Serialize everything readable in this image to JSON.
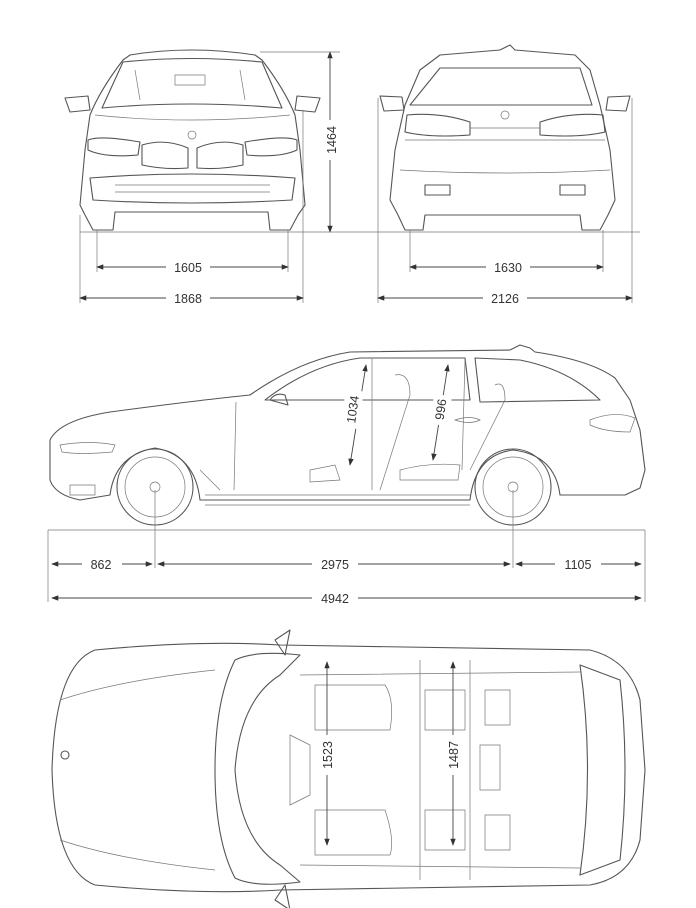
{
  "front_view": {
    "height": "1464",
    "front_track": "1605",
    "width": "1868"
  },
  "rear_view": {
    "rear_track": "1630",
    "width_with_mirrors": "2126"
  },
  "side_view": {
    "front_overhang": "862",
    "wheelbase": "2975",
    "rear_overhang": "1105",
    "length": "4942",
    "front_headroom": "1034",
    "rear_headroom": "996"
  },
  "top_view": {
    "front_shoulder_width": "1523",
    "rear_shoulder_width": "1487"
  }
}
